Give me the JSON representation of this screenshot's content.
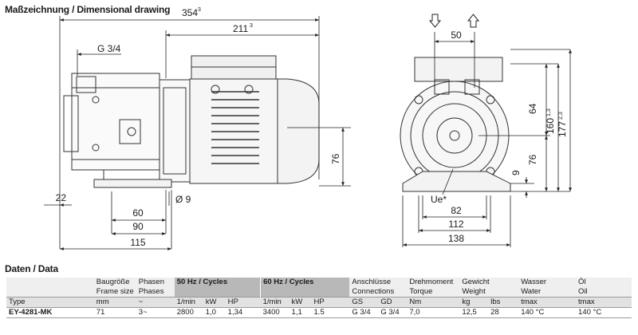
{
  "headings": {
    "drawing": "Maßzeichnung / Dimensional drawing",
    "data": "Daten / Data"
  },
  "dimensions": {
    "overall_length": "354",
    "overall_length_tol": "3",
    "body_length": "211",
    "body_length_tol": "3",
    "connection": "G 3/4",
    "foot_offset": "22",
    "foot_hole": "Ø 9",
    "foot_inner": "60",
    "foot_outer": "90",
    "base_length": "115",
    "shaft_height_side": "76",
    "port_spacing": "50",
    "upper_height": "64",
    "flange_height": "160",
    "flange_height_tol": "1,3",
    "total_height": "177",
    "total_height_tol": "2,3",
    "shaft_height_front": "76",
    "foot_thickness": "9",
    "rotation_label": "Ue*",
    "foot_width_1": "82",
    "foot_width_2": "112",
    "foot_width_3": "138"
  },
  "table": {
    "header1": [
      "Baugröße",
      "Phasen",
      "50 Hz / Cycles",
      "60 Hz / Cycles",
      "Anschlüsse",
      "Drehmoment",
      "Gewicht",
      "Wasser",
      "Öl"
    ],
    "header2": [
      "Frame size",
      "Phases",
      "Connections",
      "Torque",
      "Weight",
      "Water",
      "Oil"
    ],
    "header3": [
      "Type",
      "mm",
      "~",
      "1/min",
      "kW",
      "HP",
      "1/min",
      "kW",
      "HP",
      "GS",
      "GD",
      "Nm",
      "kg",
      "lbs",
      "tmax",
      "tmax"
    ],
    "row": [
      "EY-4281-MK",
      "71",
      "3~",
      "2800",
      "1,0",
      "1,34",
      "3400",
      "1,1",
      "1.5",
      "G 3/4",
      "G 3/4",
      "7,0",
      "12,5",
      "28",
      "140 °C",
      "140 °C"
    ]
  },
  "colors": {
    "line": "#333333",
    "table_header": "#efefef",
    "table_cycles": "#b8b8b8"
  }
}
